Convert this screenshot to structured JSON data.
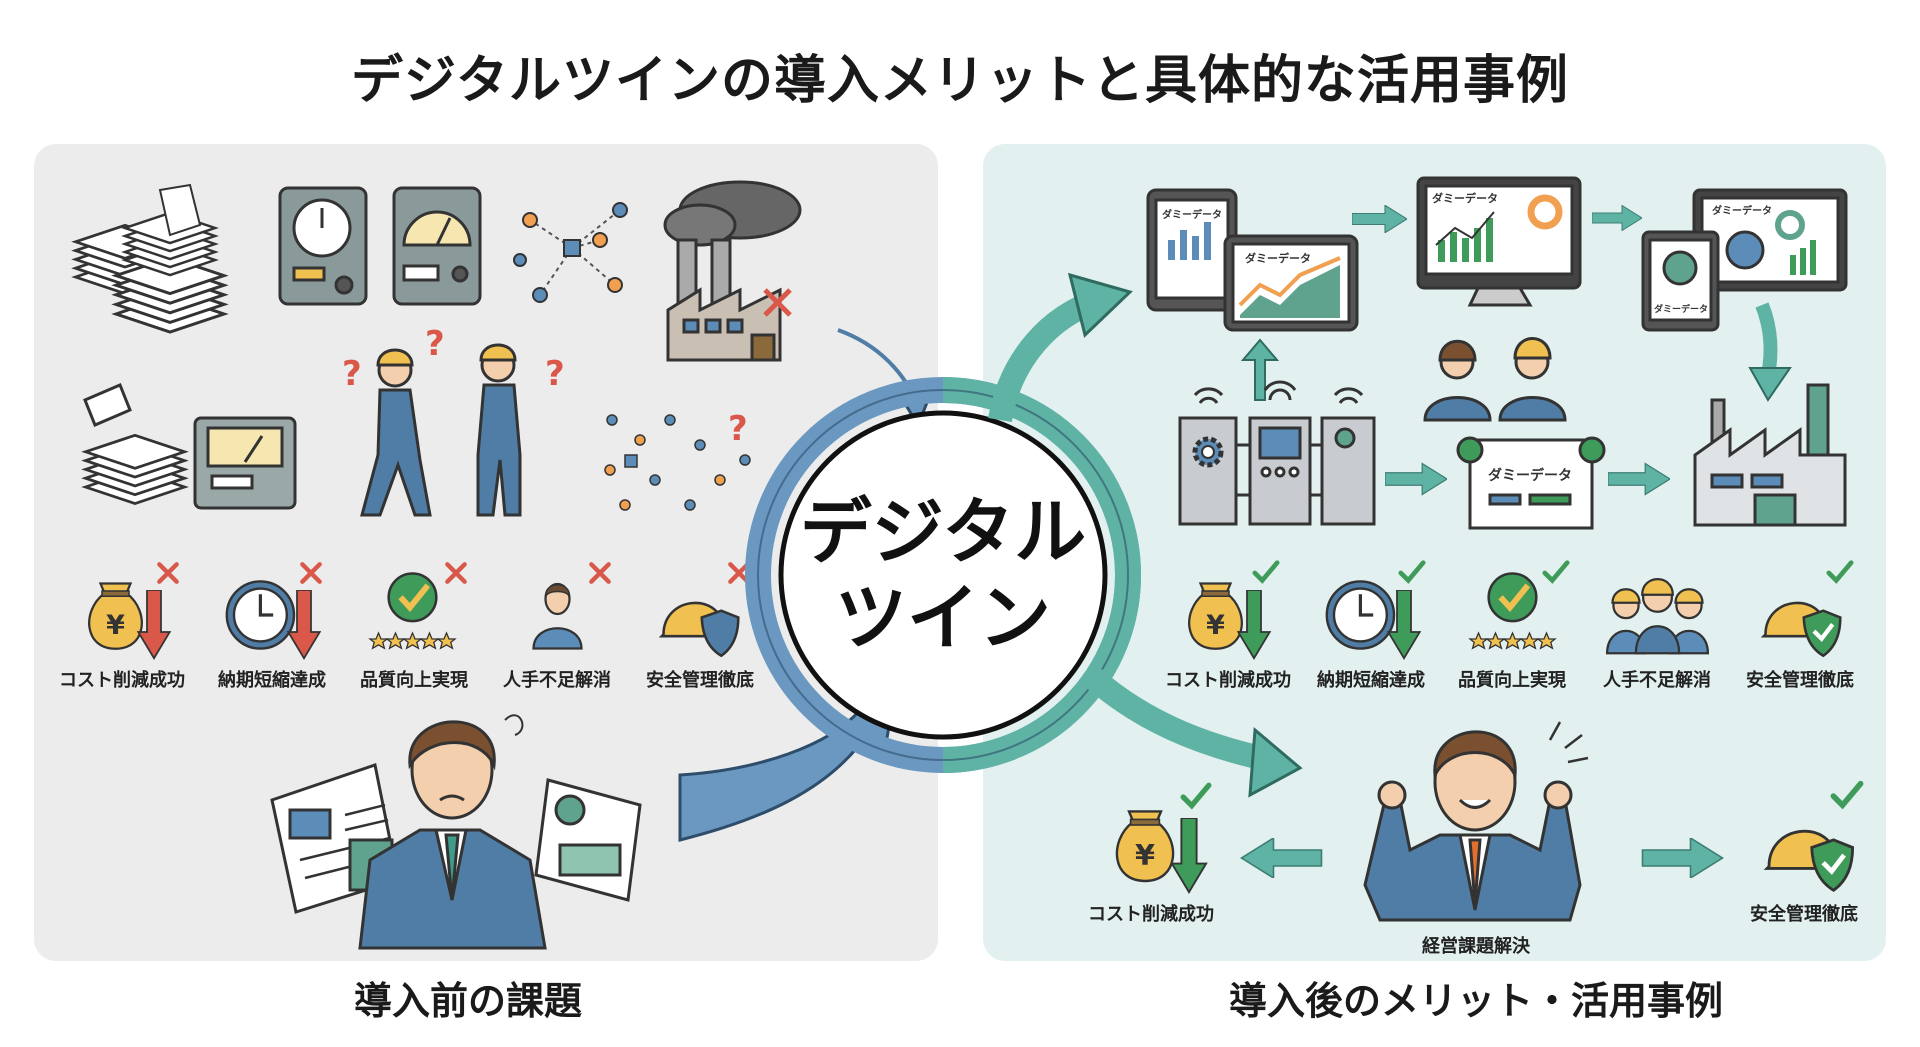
{
  "title": "デジタルツインの導入メリットと具体的な活用事例",
  "center": {
    "line1": "デジタル",
    "line2": "ツイン"
  },
  "before": {
    "caption": "導入前の課題",
    "issues": [
      {
        "label": "コスト削減成功",
        "icon": "money-bag-yen-icon",
        "status": "x"
      },
      {
        "label": "納期短縮達成",
        "icon": "clock-icon",
        "status": "x"
      },
      {
        "label": "品質向上実現",
        "icon": "quality-check-stars-icon",
        "status": "x"
      },
      {
        "label": "人手不足解消",
        "icon": "person-icon",
        "status": "x"
      },
      {
        "label": "安全管理徹底",
        "icon": "helmet-shield-icon",
        "status": "x"
      }
    ]
  },
  "after": {
    "caption": "導入後のメリット・活用事例",
    "dummy_label": "ダミーデータ",
    "benefits": [
      {
        "label": "コスト削減成功",
        "icon": "money-bag-yen-icon",
        "status": "check"
      },
      {
        "label": "納期短縮達成",
        "icon": "clock-icon",
        "status": "check"
      },
      {
        "label": "品質向上実現",
        "icon": "quality-check-stars-icon",
        "status": "check"
      },
      {
        "label": "人手不足解消",
        "icon": "workers-group-icon",
        "status": "check"
      },
      {
        "label": "安全管理徹底",
        "icon": "helmet-shield-icon",
        "status": "check"
      }
    ],
    "result": {
      "left": "コスト削減成功",
      "center": "経営課題解決",
      "right": "安全管理徹底"
    }
  },
  "colors": {
    "before_panel": "#ececec",
    "after_panel": "#e2f1ef",
    "blue": "#5b8db8",
    "teal": "#4fa396",
    "green": "#3f9b5a",
    "yellow": "#f0c050",
    "red": "#d9584a"
  }
}
